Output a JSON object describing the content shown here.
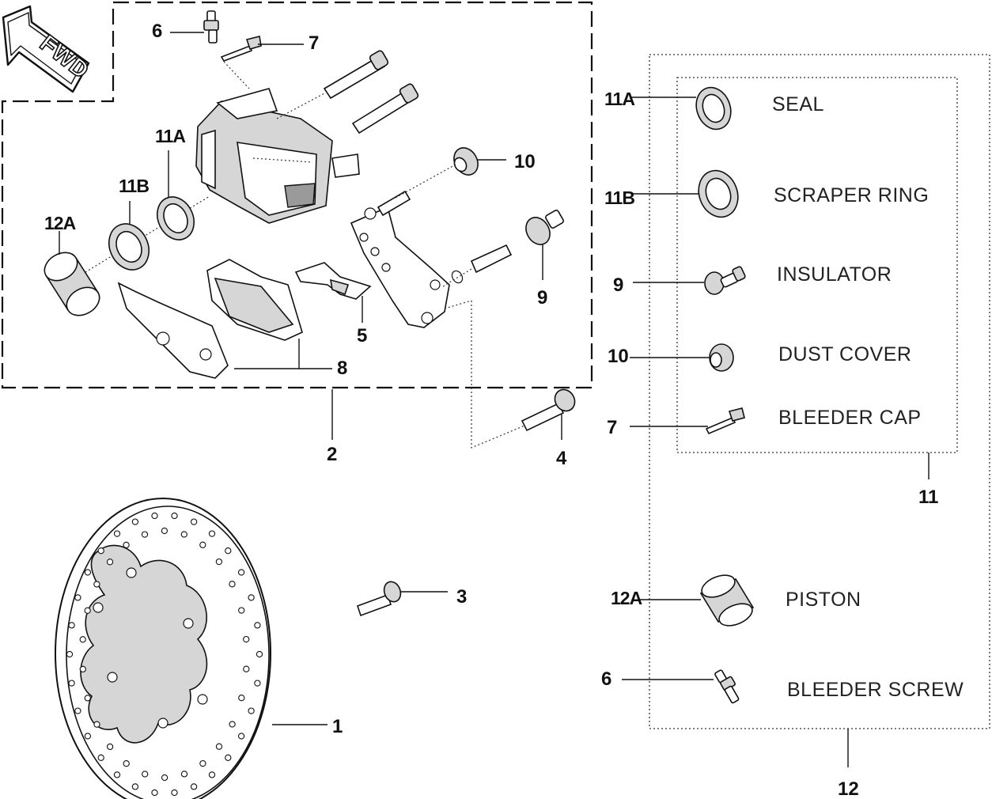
{
  "direction_badge": {
    "label": "FWD",
    "icon": "forward-arrow-icon"
  },
  "callouts": {
    "c1": "1",
    "c2": "2",
    "c3": "3",
    "c4": "4",
    "c5": "5",
    "c6": "6",
    "c7": "7",
    "c8": "8",
    "c9": "9",
    "c10": "10",
    "c11a": "11A",
    "c11b": "11B",
    "c12a": "12A"
  },
  "kit_11": {
    "number": "11",
    "items": [
      {
        "ref": "11A",
        "name": "SEAL"
      },
      {
        "ref": "11B",
        "name": "SCRAPER RING"
      },
      {
        "ref": "9",
        "name": "INSULATOR"
      },
      {
        "ref": "10",
        "name": "DUST COVER"
      },
      {
        "ref": "7",
        "name": "BLEEDER CAP"
      }
    ]
  },
  "kit_12": {
    "number": "12",
    "items": [
      {
        "ref": "12A",
        "name": "PISTON"
      },
      {
        "ref": "6",
        "name": "BLEEDER SCREW"
      }
    ]
  }
}
